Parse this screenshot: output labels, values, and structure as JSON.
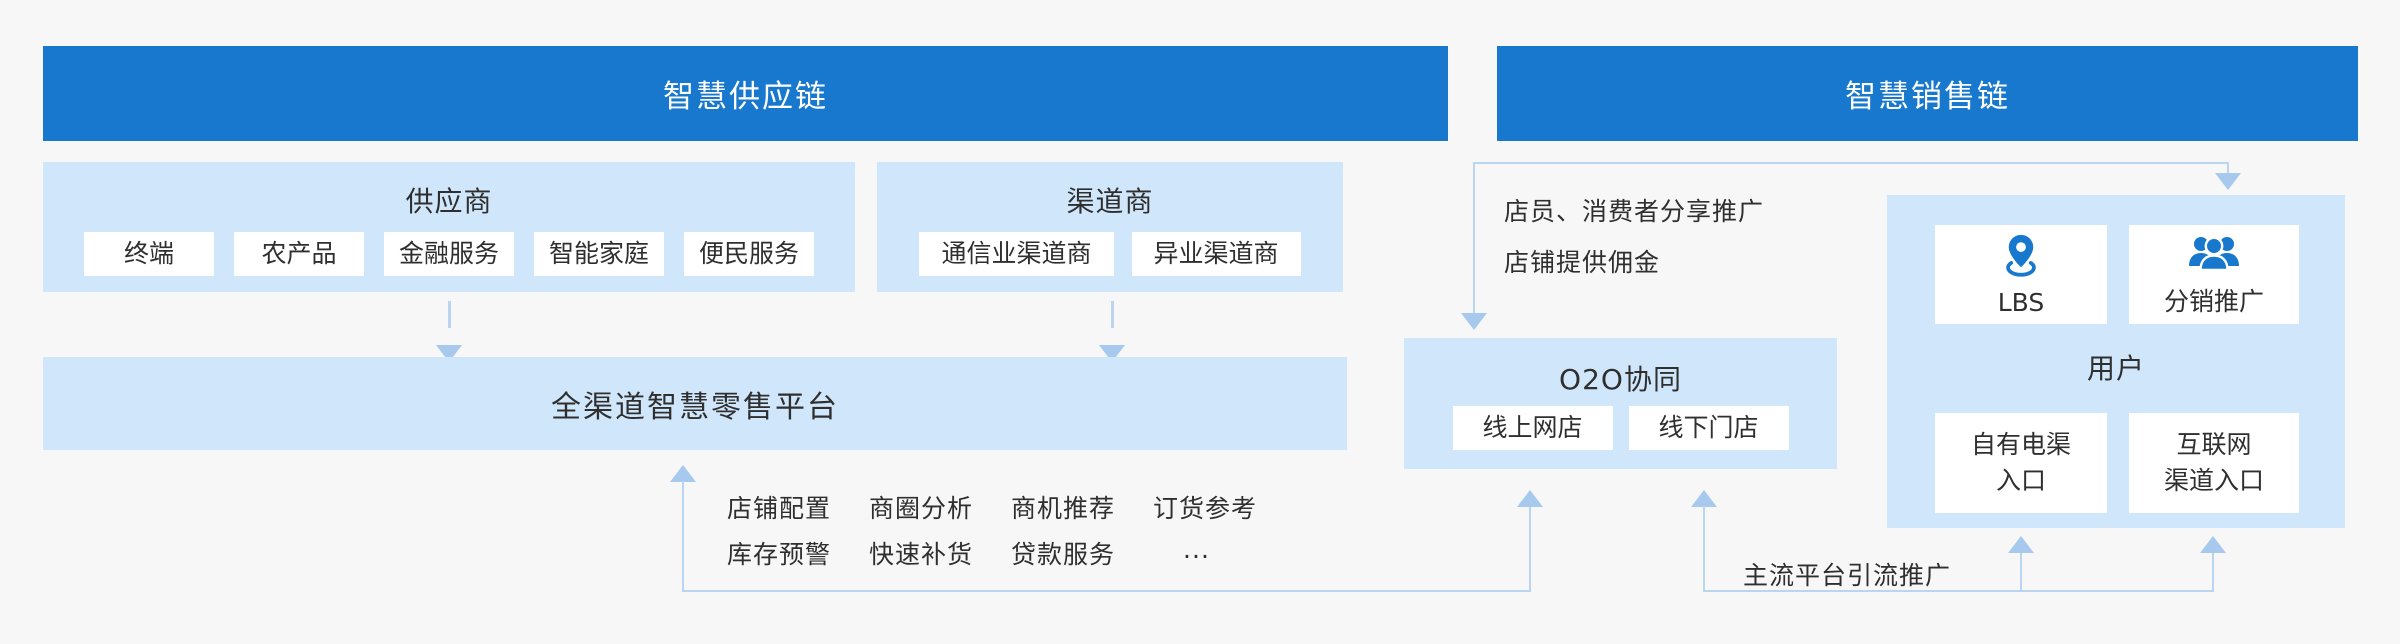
{
  "colors": {
    "accent_blue": "#1778cd",
    "panel_light_blue": "#d0e7fb",
    "connector_line": "#b9d5ef",
    "arrow": "#a6c9ed",
    "text": "#2f2f2f",
    "background": "#f7f7f8"
  },
  "supply_chain": {
    "header": "智慧供应链",
    "suppliers": {
      "title": "供应商",
      "items": [
        "终端",
        "农产品",
        "金融服务",
        "智能家庭",
        "便民服务"
      ]
    },
    "channels": {
      "title": "渠道商",
      "items": [
        "通信业渠道商",
        "异业渠道商"
      ]
    },
    "platform": {
      "title": "全渠道智慧零售平台"
    },
    "services": {
      "row1": [
        "店铺配置",
        "商圈分析",
        "商机推荐",
        "订货参考"
      ],
      "row2": [
        "库存预警",
        "快速补货",
        "贷款服务",
        "..."
      ]
    }
  },
  "sales_chain": {
    "header": "智慧销售链",
    "promo_note": {
      "line1": "店员、消费者分享推广",
      "line2": "店铺提供佣金"
    },
    "o2o": {
      "title": "O2O协同",
      "items": [
        "线上网店",
        "线下门店"
      ]
    },
    "user": {
      "title": "用户",
      "lbs_label": "LBS",
      "lbs_icon": "lbs-location-pin-icon",
      "distribution_label": "分销推广",
      "distribution_icon": "distribution-people-icon",
      "entry1": {
        "line1": "自有电渠",
        "line2": "入口"
      },
      "entry2": {
        "line1": "互联网",
        "line2": "渠道入口"
      }
    },
    "traffic_note": "主流平台引流推广"
  }
}
